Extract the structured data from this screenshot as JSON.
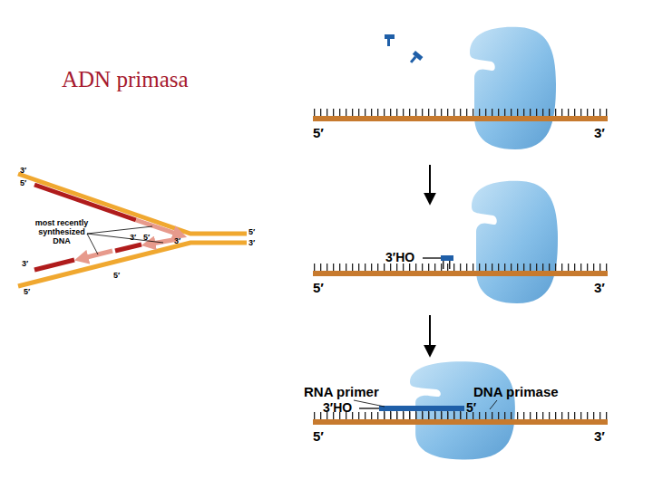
{
  "diagram": {
    "title": "ADN primasa",
    "labels": [
      "3′",
      "5′",
      "most recently synthesized DNA",
      "3′",
      "5′",
      "3′",
      "3′",
      "5′",
      "5′",
      "5′",
      "3′",
      "5′",
      "3′",
      "3′HO",
      "5′",
      "3′",
      "RNA primer",
      "DNA primase",
      "3′HO",
      "5′",
      "5′",
      "3′"
    ]
  }
}
